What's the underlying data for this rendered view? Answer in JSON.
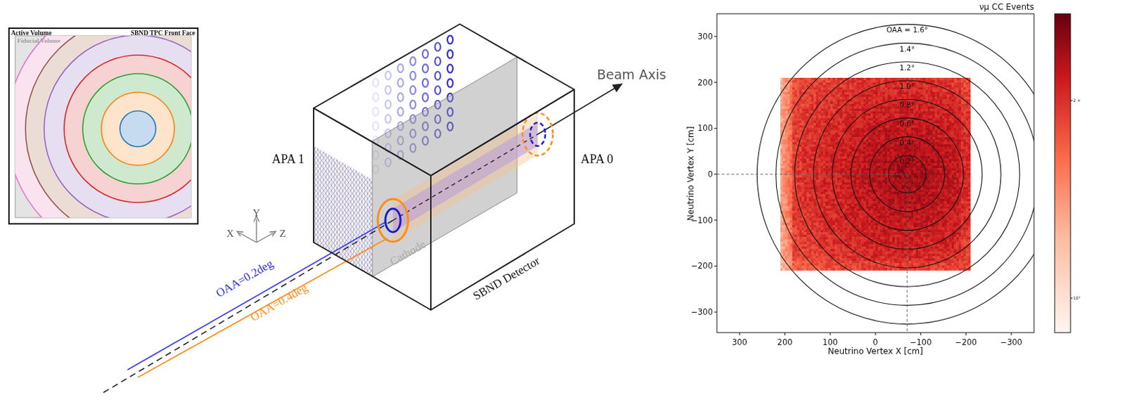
{
  "diagram": {
    "nodes": [
      {
        "text": [
          "Active Volume",
          "SBND TPC Front Face",
          "Fiducial Volume"
        ]
      }
    ],
    "labels": [
      "APA 1",
      "APA 0",
      "Cathode",
      "SBND Detector",
      "Beam Axis",
      "OAA=0.2deg",
      "OAA=0.4deg",
      "X",
      "Y",
      "Z",
      "νμ CC Events",
      "OAA = 1.6°",
      "1.4°",
      "1.2°",
      "1.0°",
      "0.8°",
      "0.6°",
      "0.4°",
      "0.2°",
      "300",
      "200",
      "100",
      "0",
      "−100",
      "−200",
      "−300",
      "300",
      "200",
      "100",
      "0",
      "−100",
      "−200",
      "−300",
      "Neutrino Vertex Y [cm]",
      "Neutrino Vertex X [cm]",
      "2 ×",
      "10²"
    ]
  }
}
